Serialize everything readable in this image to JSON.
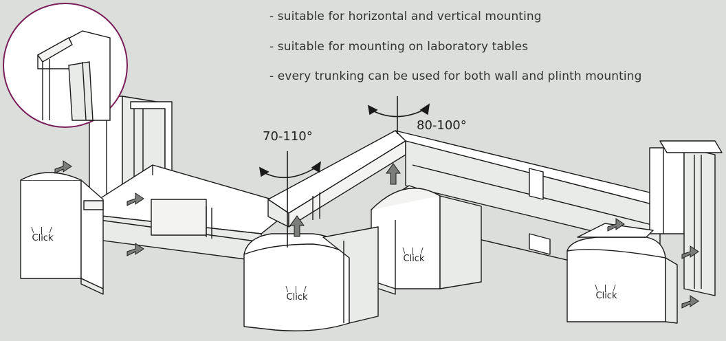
{
  "features": [
    "- suitable for horizontal and vertical mounting",
    "- suitable for mounting on laboratory tables",
    "- every trunking can be used for both wall and plinth mounting"
  ],
  "angles": {
    "left": "70-110°",
    "right": "80-100°"
  },
  "click_label": "Click",
  "colors": {
    "background": "#dcdedb",
    "line": "#1a1a1a",
    "part": "#ffffff",
    "shade": "#e9ebe8",
    "arrow": "#7b7d7a",
    "callout_ring": "#7a1e5a"
  }
}
